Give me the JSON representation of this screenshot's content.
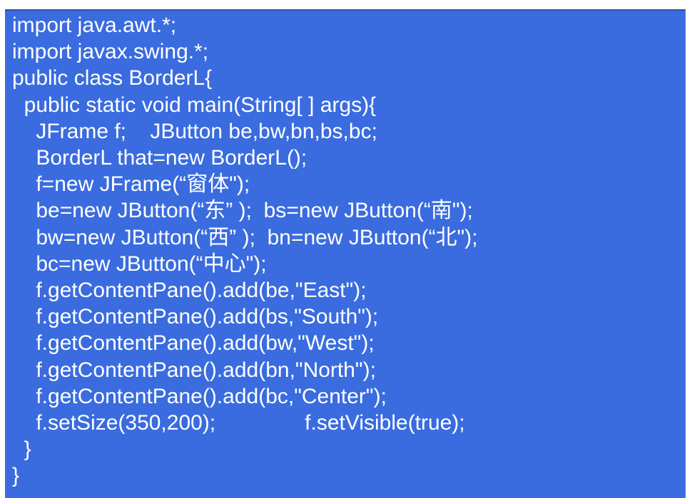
{
  "page": {
    "background": "#ffffff"
  },
  "panel": {
    "background": "#3a6cdf",
    "border_top_color": "#2e52b0",
    "text_color": "#ffffff"
  },
  "code": {
    "language": "java",
    "class_name": "BorderL",
    "lines": [
      "import java.awt.*;",
      "import javax.swing.*;",
      "public class BorderL{",
      "  public static void main(String[ ] args){",
      "    JFrame f;    JButton be,bw,bn,bs,bc;",
      "    BorderL that=new BorderL();",
      "    f=new JFrame(“窗体\");",
      "    be=new JButton(“东” );  bs=new JButton(“南\");",
      "    bw=new JButton(“西” );  bn=new JButton(“北\");",
      "    bc=new JButton(“中心\");",
      "    f.getContentPane().add(be,\"East\");",
      "    f.getContentPane().add(bs,\"South\");",
      "    f.getContentPane().add(bw,\"West\");",
      "    f.getContentPane().add(bn,\"North\");",
      "    f.getContentPane().add(bc,\"Center\");",
      "    f.setSize(350,200);               f.setVisible(true);",
      "  }",
      "}"
    ]
  }
}
